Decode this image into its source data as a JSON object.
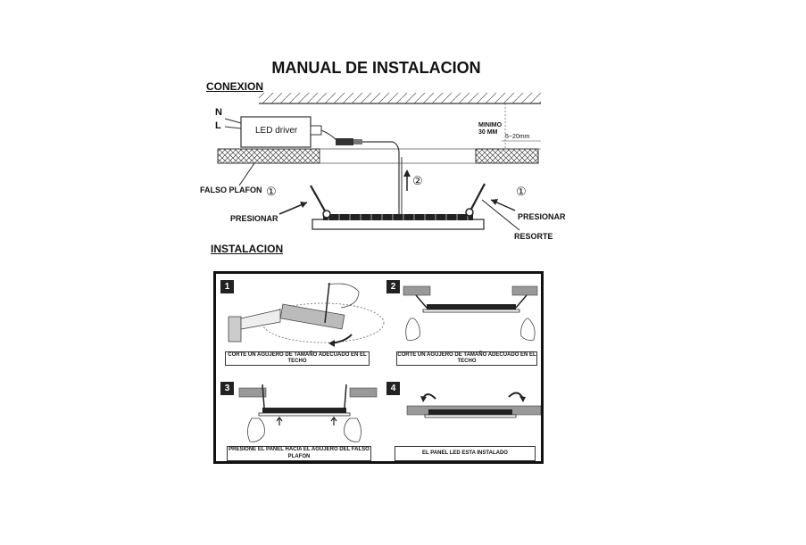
{
  "title": "MANUAL DE INSTALACION",
  "conexion": {
    "heading": "CONEXION",
    "n_label": "N",
    "l_label": "L",
    "driver_label": "LED driver",
    "falso_plafon": "FALSO PLAFON",
    "presionar_left": "PRESIONAR",
    "presionar_right": "PRESIONAR",
    "resorte": "RESORTE",
    "minimo": "MINIMO",
    "minimo_value": "30 MM",
    "gap": "5~20mm",
    "marker1_left": "①",
    "marker1_right": "①",
    "marker2": "②"
  },
  "instalacion": {
    "heading": "INSTALACION",
    "steps": [
      {
        "number": "1",
        "caption": "CORTE UN AGUJERO DE TAMAÑO ADECUADO EN EL TECHO"
      },
      {
        "number": "2",
        "caption": "CORTE UN AGUJERO DE TAMAÑO ADECUADO EN EL TECHO"
      },
      {
        "number": "3",
        "caption": "PRESIONE EL PANEL HACIA EL AGUJERO DEL FALSO PLAFON"
      },
      {
        "number": "4",
        "caption": "EL PANEL LED ESTA INSTALADO"
      }
    ]
  }
}
